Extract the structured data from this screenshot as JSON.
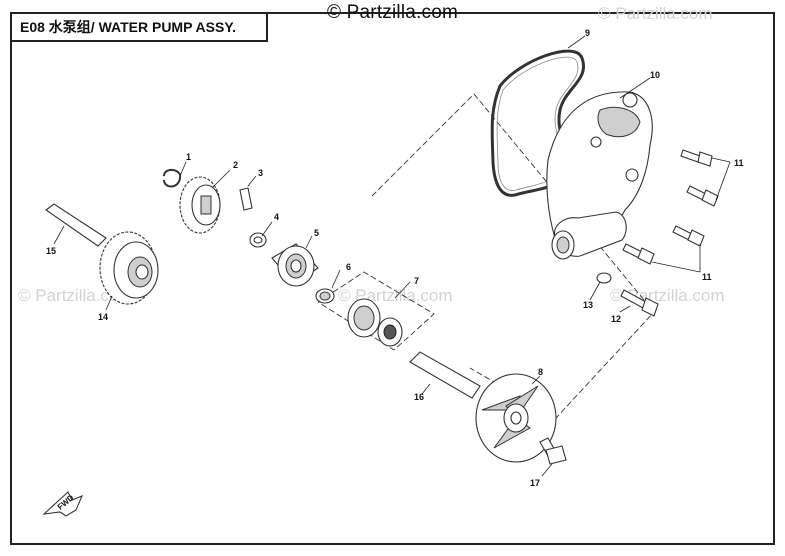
{
  "watermark": {
    "top": "© Partzilla.com",
    "faint": "© Partzilla.com"
  },
  "title": "E08 水泵组/ WATER PUMP ASSY.",
  "fwd_label": "FWD",
  "callouts": [
    "1",
    "2",
    "3",
    "4",
    "5",
    "6",
    "7",
    "8",
    "9",
    "10",
    "11",
    "11",
    "12",
    "13",
    "14",
    "15",
    "16",
    "17"
  ]
}
